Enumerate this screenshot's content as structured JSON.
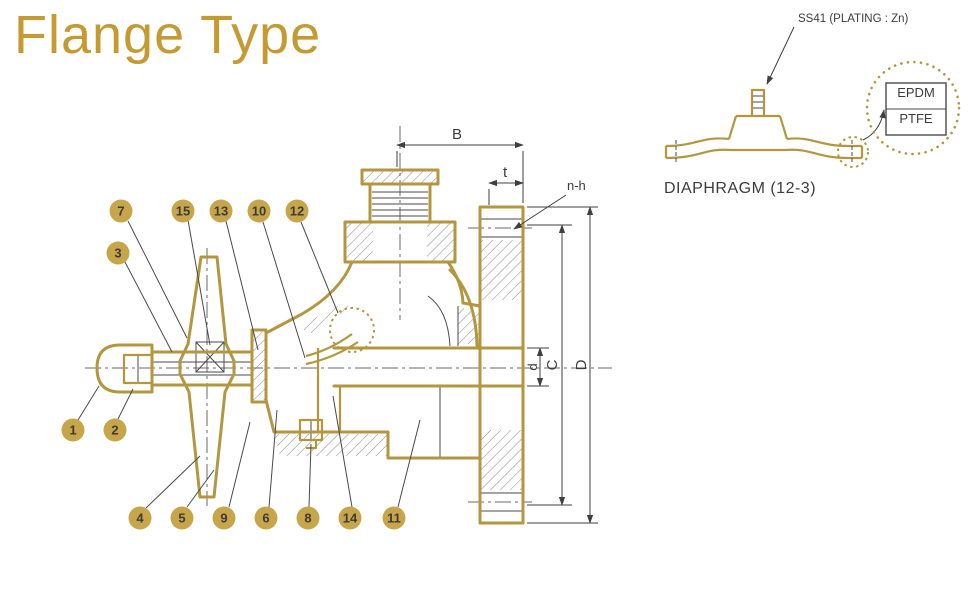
{
  "title": "Flange Type",
  "colors": {
    "gold": "#B3973F",
    "title_gold": "#C49B33",
    "line_dark": "#3F3F3F",
    "callout_fill": "#C7A64B"
  },
  "dimensions": {
    "width_b": "B",
    "thickness_t": "t",
    "holes_nh": "n-h",
    "bolt_circle_c": "C",
    "outer_d": "D",
    "bore_d": "d"
  },
  "callouts": [
    {
      "n": "7"
    },
    {
      "n": "15"
    },
    {
      "n": "13"
    },
    {
      "n": "10"
    },
    {
      "n": "12"
    },
    {
      "n": "3"
    },
    {
      "n": "1"
    },
    {
      "n": "2"
    },
    {
      "n": "4"
    },
    {
      "n": "5"
    },
    {
      "n": "9"
    },
    {
      "n": "6"
    },
    {
      "n": "8"
    },
    {
      "n": "14"
    },
    {
      "n": "11"
    }
  ],
  "detail": {
    "material_note": "SS41 (PLATING : Zn)",
    "materials": [
      "EPDM",
      "PTFE"
    ],
    "caption": "DIAPHRAGM (12-3)"
  }
}
